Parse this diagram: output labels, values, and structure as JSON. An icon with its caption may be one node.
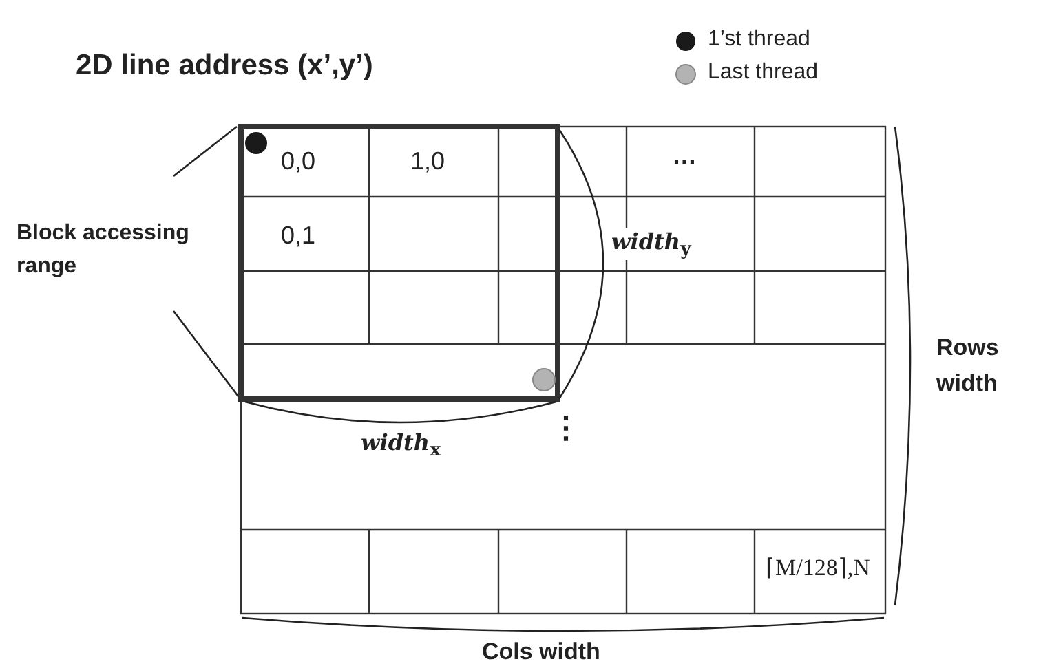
{
  "diagram": {
    "title": "2D line address (x’,y’)",
    "labels": [
      "0,0",
      "1,0",
      "…",
      "0,1",
      "Block accessing range",
      "*width*$_{y}$",
      "Rows width",
      "*width*$_{x}$",
      "⋮",
      "⌈M/128⌉,N",
      "Cols width"
    ],
    "legend": [
      {
        "text": "1’st thread",
        "color": "#1a1a1a"
      },
      {
        "text": "Last thread",
        "color": "#b3b3b3"
      }
    ]
  }
}
